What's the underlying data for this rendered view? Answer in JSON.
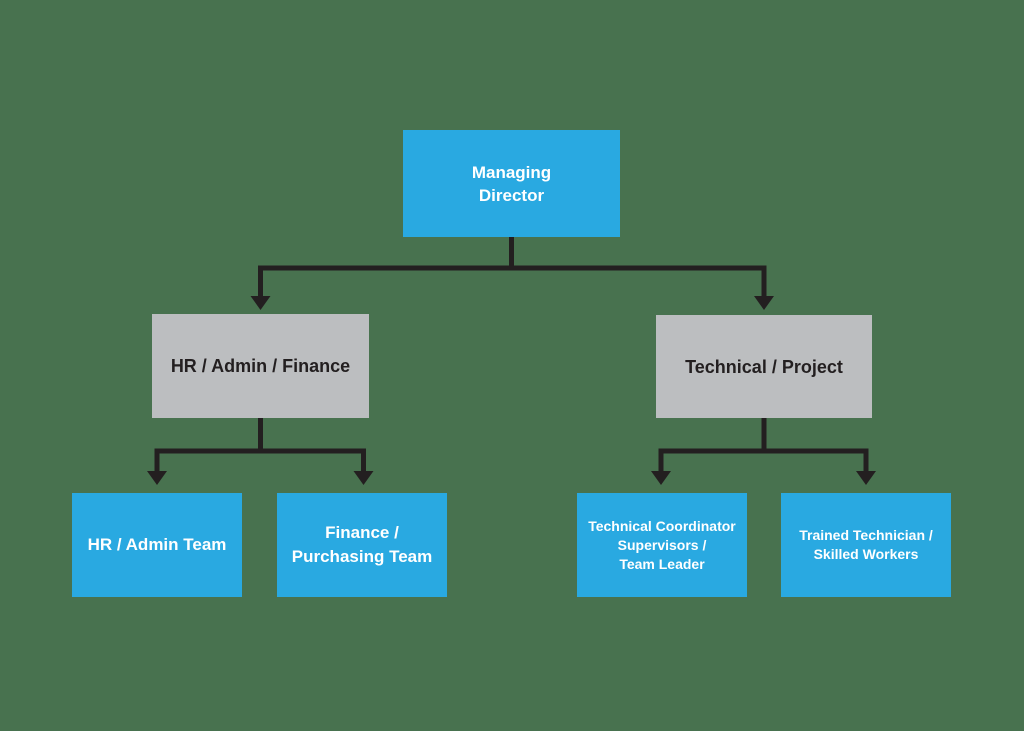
{
  "colors": {
    "background": "#48724F",
    "primary-box": "#29A9E1",
    "secondary-box": "#BCBEC0",
    "connector": "#231F20",
    "text-light": "#FFFFFF",
    "text-dark": "#231F20"
  },
  "diagram": {
    "type": "org-chart",
    "nodes": {
      "managing_director": {
        "label": "Managing\nDirector",
        "level": 1,
        "style": "primary"
      },
      "hr_admin_finance": {
        "label": "HR / Admin / Finance",
        "level": 2,
        "style": "secondary"
      },
      "technical_project": {
        "label": "Technical / Project",
        "level": 2,
        "style": "secondary"
      },
      "hr_admin_team": {
        "label": "HR / Admin Team",
        "level": 3,
        "style": "primary"
      },
      "finance_purchasing_team": {
        "label": "Finance /\nPurchasing Team",
        "level": 3,
        "style": "primary"
      },
      "technical_coordinator": {
        "label": "Technical Coordinator\nSupervisors /\nTeam Leader",
        "level": 3,
        "style": "primary"
      },
      "trained_technician": {
        "label": "Trained Technician /\nSkilled Workers",
        "level": 3,
        "style": "primary"
      }
    },
    "edges": [
      [
        "managing_director",
        "hr_admin_finance"
      ],
      [
        "managing_director",
        "technical_project"
      ],
      [
        "hr_admin_finance",
        "hr_admin_team"
      ],
      [
        "hr_admin_finance",
        "finance_purchasing_team"
      ],
      [
        "technical_project",
        "technical_coordinator"
      ],
      [
        "technical_project",
        "trained_technician"
      ]
    ]
  }
}
